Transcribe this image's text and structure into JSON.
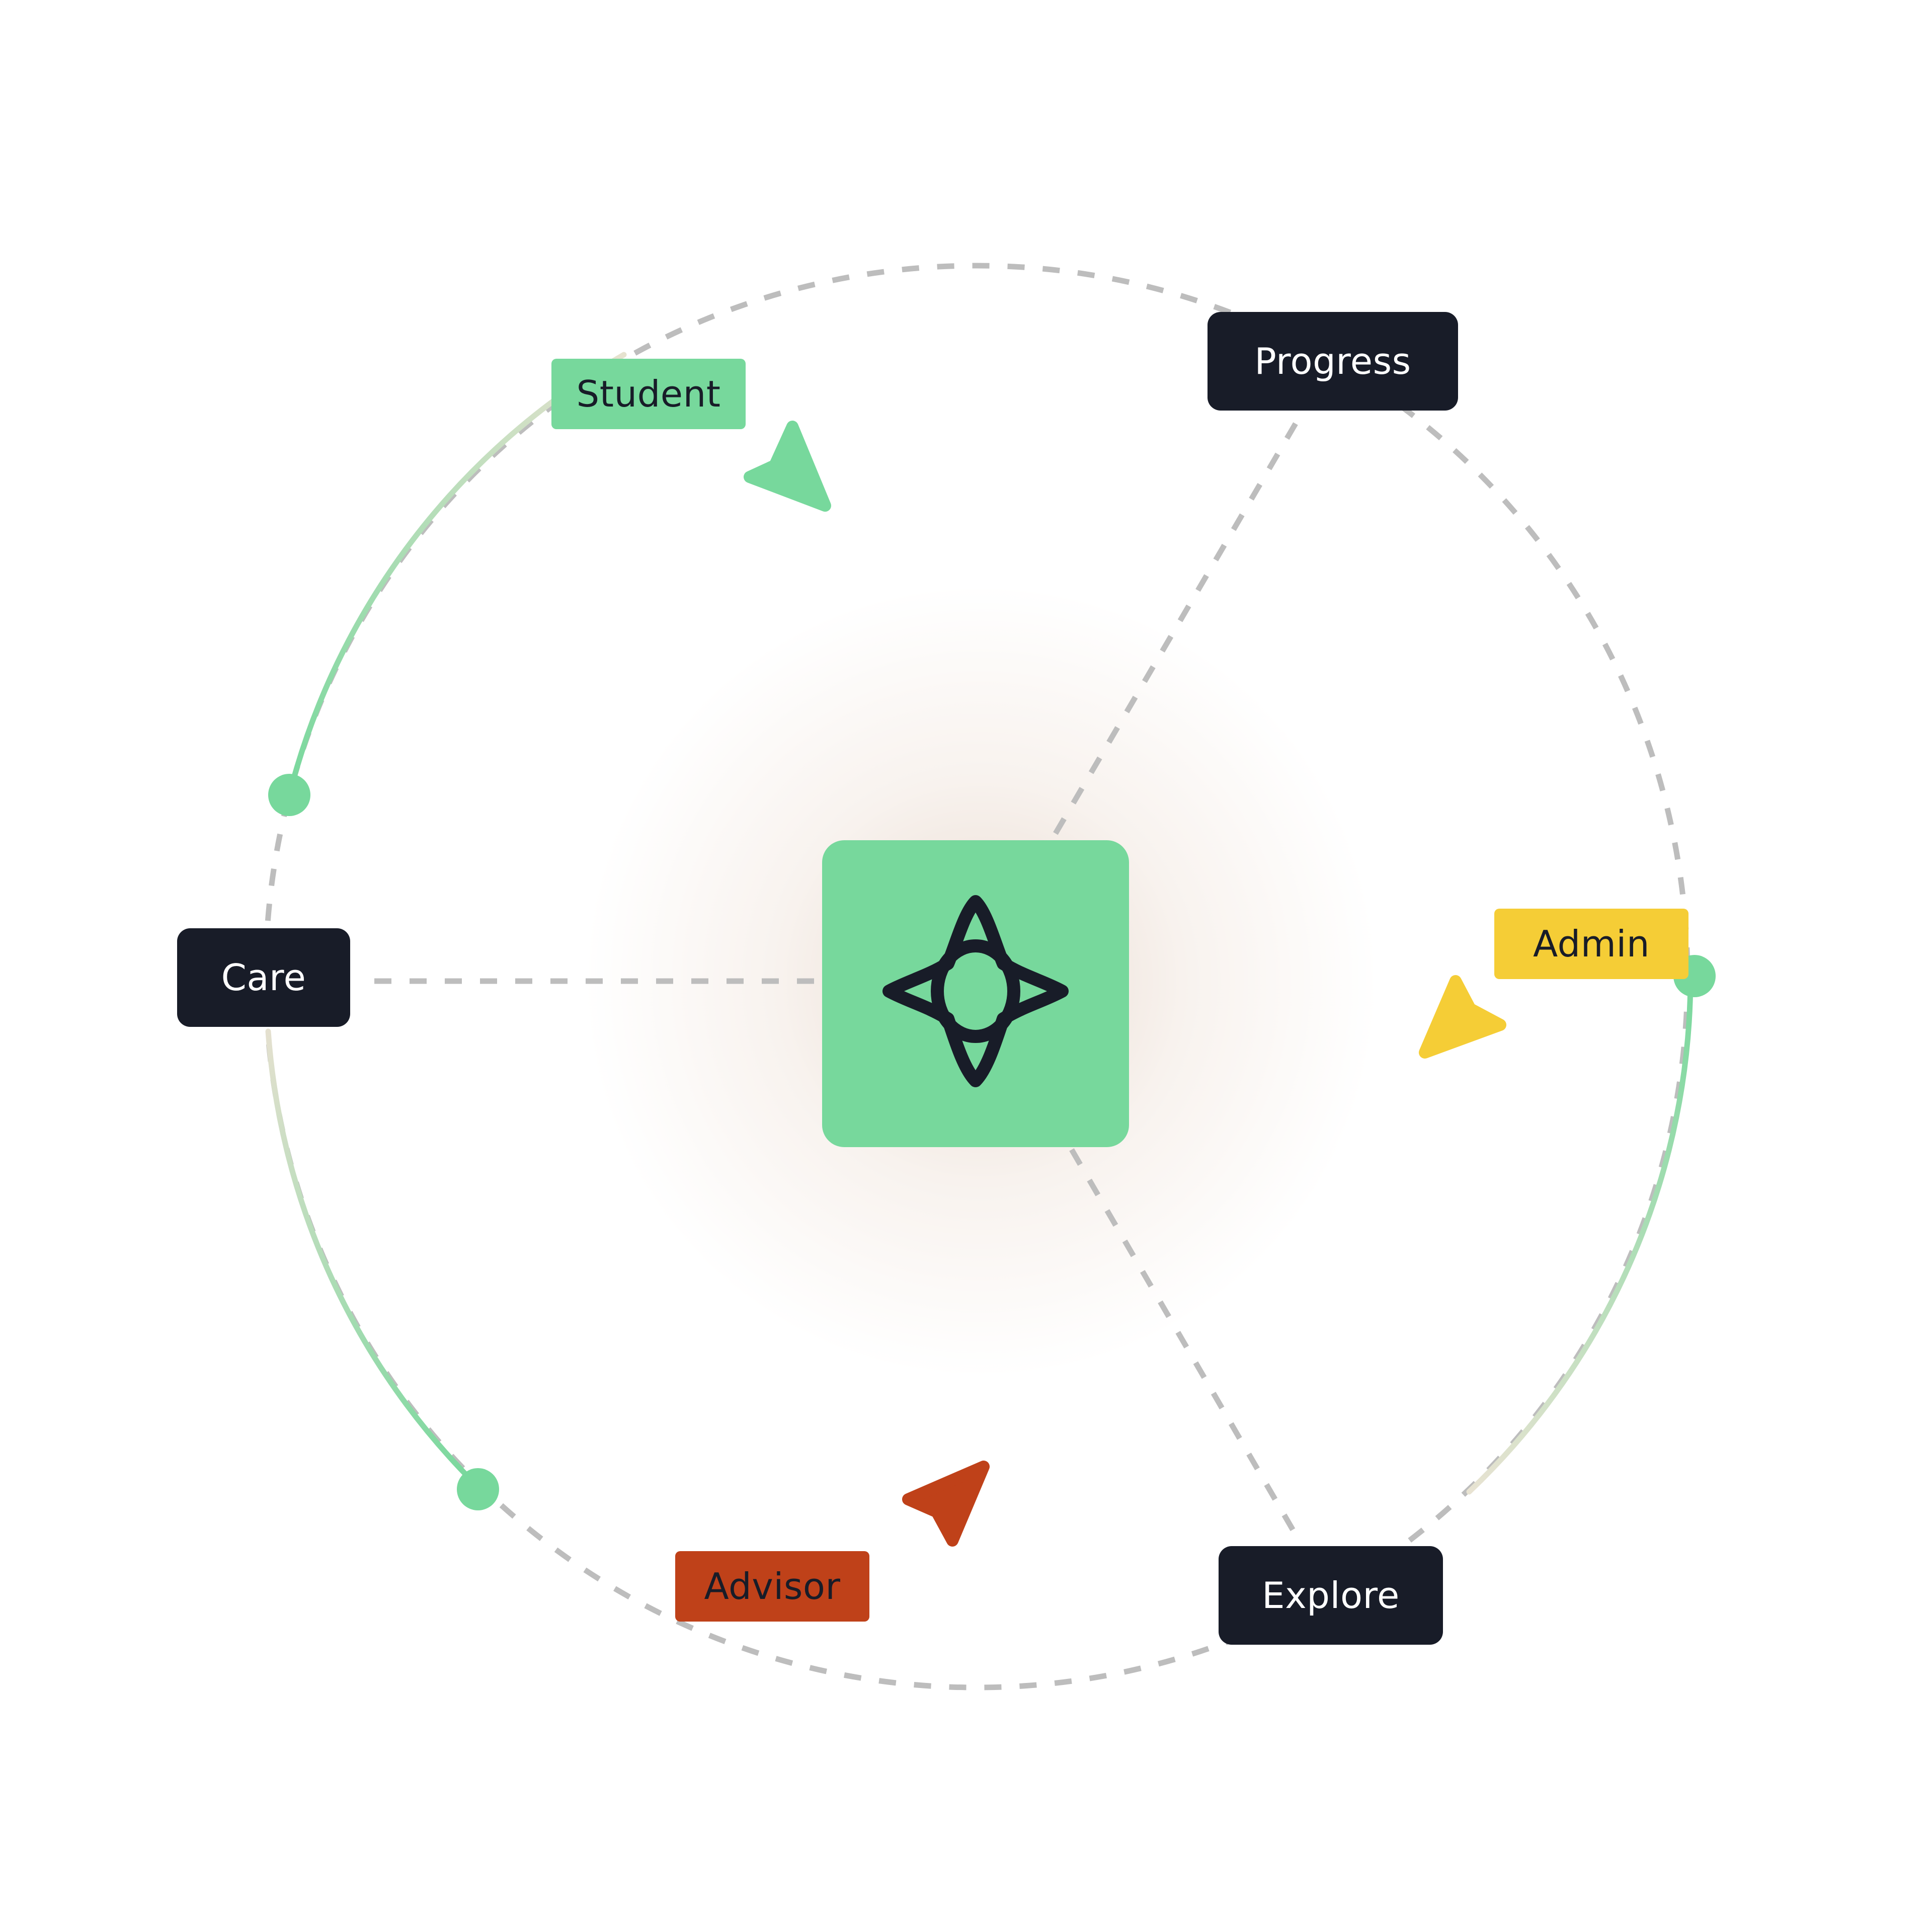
{
  "hub": {
    "icon": "compass-star-icon",
    "fill_color": "#77d89c",
    "icon_color": "#181c28"
  },
  "stages": {
    "progress": "Progress",
    "care": "Care",
    "explore": "Explore",
    "color": "#181c28"
  },
  "roles": {
    "student": {
      "label": "Student",
      "color": "#77d89c"
    },
    "admin": {
      "label": "Admin",
      "color": "#f5cd36"
    },
    "advisor": {
      "label": "Advisor",
      "color": "#bf4119"
    }
  },
  "cursors": {
    "student": {
      "icon": "pointer-arrow-icon",
      "color": "#77d89c"
    },
    "admin": {
      "icon": "pointer-arrow-icon",
      "color": "#f5cd36"
    },
    "advisor": {
      "icon": "pointer-arrow-icon",
      "color": "#bf4119"
    }
  },
  "connector_color": "#bdbdbd",
  "arc_color": "#77d89c"
}
